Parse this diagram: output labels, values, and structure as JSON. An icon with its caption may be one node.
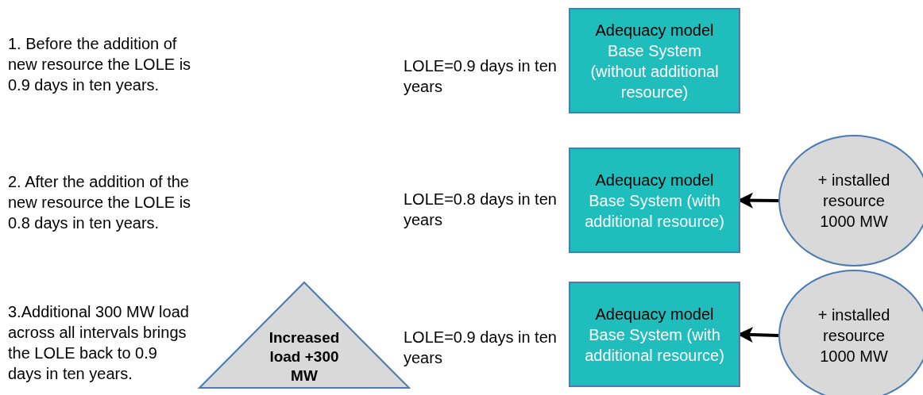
{
  "diagram": {
    "nodes": [
      {
        "text": [
          "Adequacy model",
          "Base System (without additional resource)"
        ]
      },
      {
        "text": [
          "Adequacy model",
          "Base System (with additional resource)"
        ]
      },
      {
        "text": [
          "+ installed resource 1000 MW"
        ]
      },
      {
        "text": [
          "Increased load +300 MW"
        ]
      },
      {
        "text": [
          "Adequacy model",
          "Base System (with additional resource)"
        ]
      },
      {
        "text": [
          "+ installed resource 1000 MW"
        ]
      }
    ],
    "edges": [
      {
        "from": 2,
        "to": 1,
        "arrow": "to"
      },
      {
        "from": 5,
        "to": 4,
        "arrow": "to"
      }
    ],
    "labels": [
      "1. Before the addition of new resource the LOLE is 0.9 days in ten years.",
      "LOLE=0.9 days in ten years",
      "2. After the addition of the new resource the LOLE is 0.8 days in ten years.",
      "LOLE=0.8 days in ten years",
      "3.Additional 300 MW load across all intervals brings the LOLE back to 0.9 days in ten years.",
      "LOLE=0.9 days in ten years"
    ]
  }
}
